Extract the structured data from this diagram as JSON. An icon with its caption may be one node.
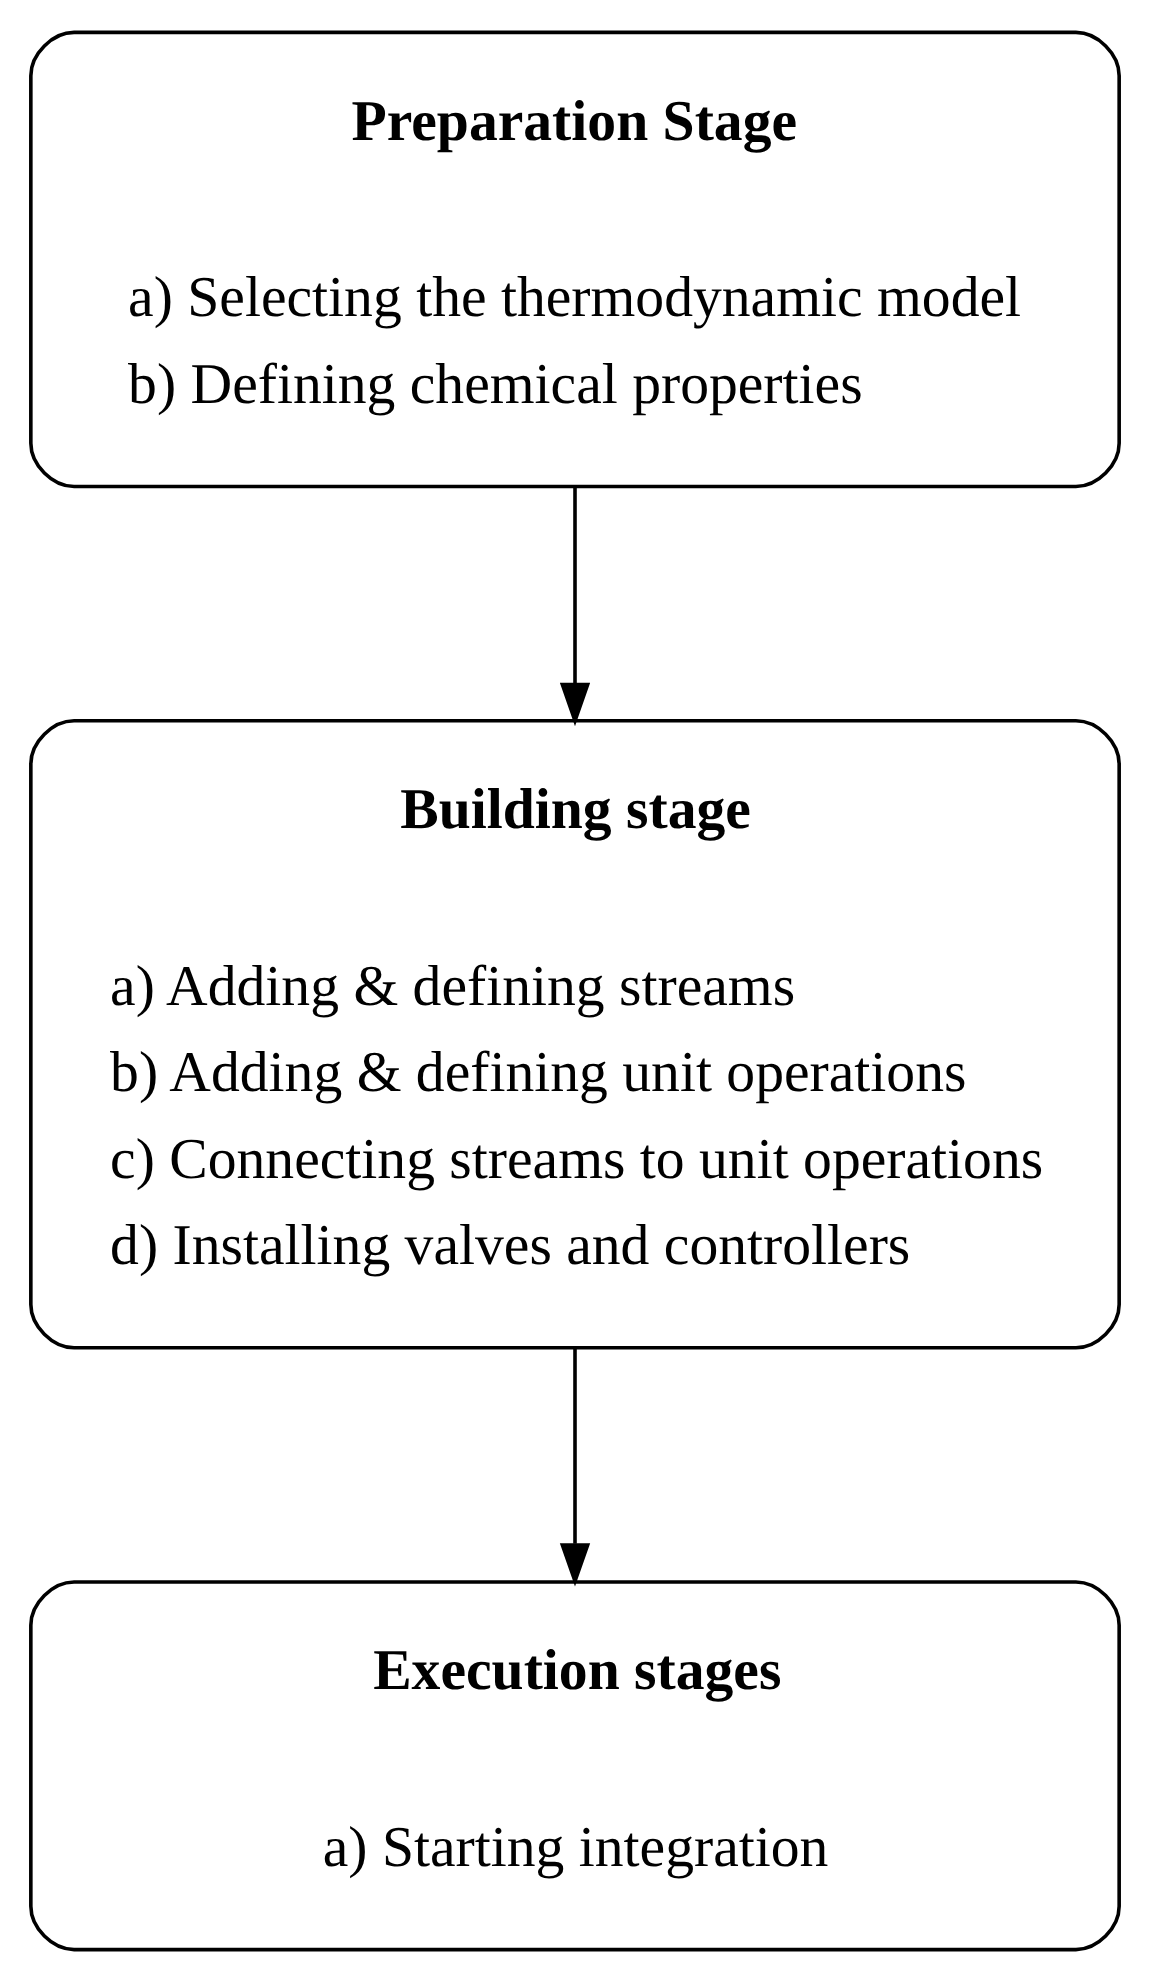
{
  "diagram": {
    "nodes": [
      {
        "text": [
          "Preparation Stage",
          "a) Selecting the thermodynamic model",
          "b) Defining chemical properties"
        ]
      },
      {
        "text": [
          "Building stage",
          "a) Adding & defining streams",
          "b) Adding & defining unit operations",
          "c) Connecting streams to unit operations",
          "d) Installing valves and controllers"
        ]
      },
      {
        "text": [
          "Execution stages",
          "a) Starting integration"
        ]
      }
    ],
    "edges": [
      {
        "from": 0,
        "to": 1,
        "arrow": "to"
      },
      {
        "from": 1,
        "to": 2,
        "arrow": "to"
      }
    ]
  }
}
